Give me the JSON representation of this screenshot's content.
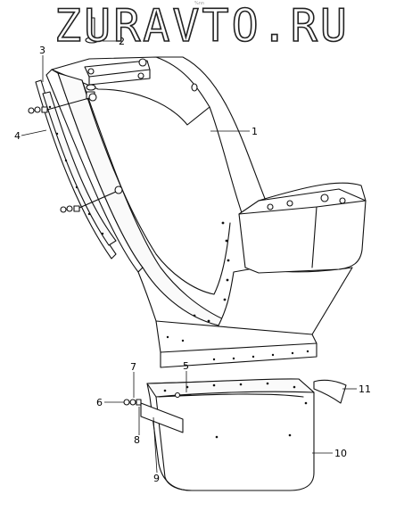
{
  "watermark": "ZURAVTO.RU",
  "small_mark": "%nn",
  "callouts": [
    {
      "id": "c1",
      "text": "1"
    },
    {
      "id": "c2",
      "text": "2"
    },
    {
      "id": "c3",
      "text": "3"
    },
    {
      "id": "c4",
      "text": "4"
    },
    {
      "id": "c5",
      "text": "5"
    },
    {
      "id": "c6",
      "text": "6"
    },
    {
      "id": "c7",
      "text": "7"
    },
    {
      "id": "c8",
      "text": "8"
    },
    {
      "id": "c9",
      "text": "9"
    },
    {
      "id": "c10",
      "text": "10"
    },
    {
      "id": "c11",
      "text": "11"
    }
  ]
}
